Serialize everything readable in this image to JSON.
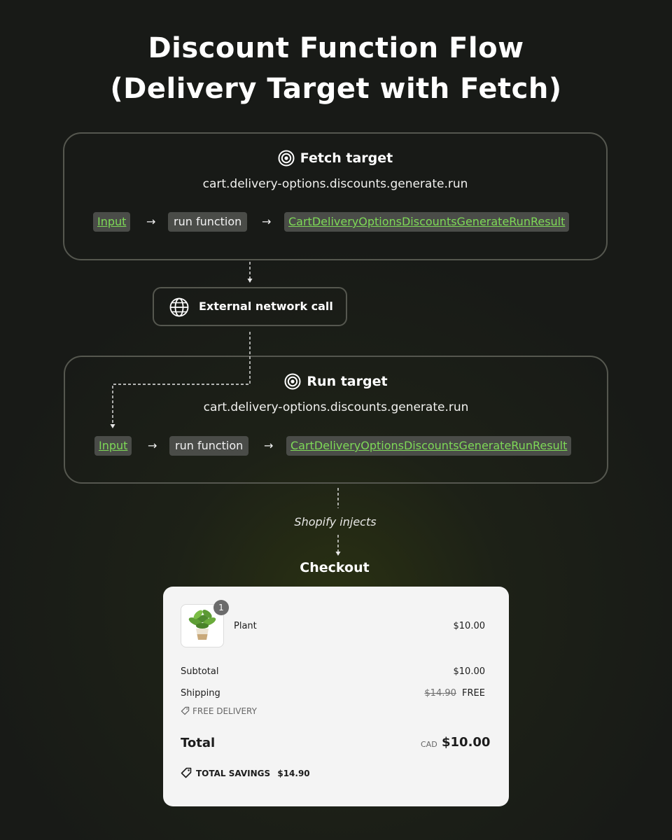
{
  "title": {
    "line1": "Discount Function Flow",
    "line2": "(Delivery Target with Fetch)"
  },
  "fetch_box": {
    "icon": "target-icon",
    "title": "Fetch target",
    "subtitle": "cart.delivery-options.discounts.generate.run",
    "flow": {
      "input": "Input",
      "arrow1": "→",
      "function": "run function",
      "arrow2": "→",
      "result": "CartDeliveryOptionsDiscountsGenerateRunResult"
    }
  },
  "network_node": {
    "icon": "globe-icon",
    "label": "External network call"
  },
  "run_box": {
    "icon": "target-icon",
    "title": "Run target",
    "subtitle": "cart.delivery-options.discounts.generate.run",
    "flow": {
      "input": "Input",
      "arrow1": "→",
      "function": "run function",
      "arrow2": "→",
      "result": "CartDeliveryOptionsDiscountsGenerateRunResult"
    }
  },
  "inject_label": "Shopify injects",
  "checkout_label": "Checkout",
  "checkout": {
    "item": {
      "quantity": "1",
      "name": "Plant",
      "price": "$10.00",
      "image_icon": "plant-icon"
    },
    "subtotal": {
      "label": "Subtotal",
      "value": "$10.00"
    },
    "shipping": {
      "label": "Shipping",
      "original": "$14.90",
      "value": "FREE"
    },
    "discount_tag": {
      "icon": "tag-icon",
      "label": "FREE DELIVERY"
    },
    "total": {
      "label": "Total",
      "currency": "CAD",
      "value": "$10.00"
    },
    "savings": {
      "icon": "tag-icon",
      "label": "TOTAL SAVINGS",
      "value": "$14.90"
    }
  },
  "colors": {
    "background": "#1b1e18",
    "border": "#55574f",
    "pill": "#4a4c48",
    "link": "#7ed957",
    "card": "#f4f4f4"
  }
}
